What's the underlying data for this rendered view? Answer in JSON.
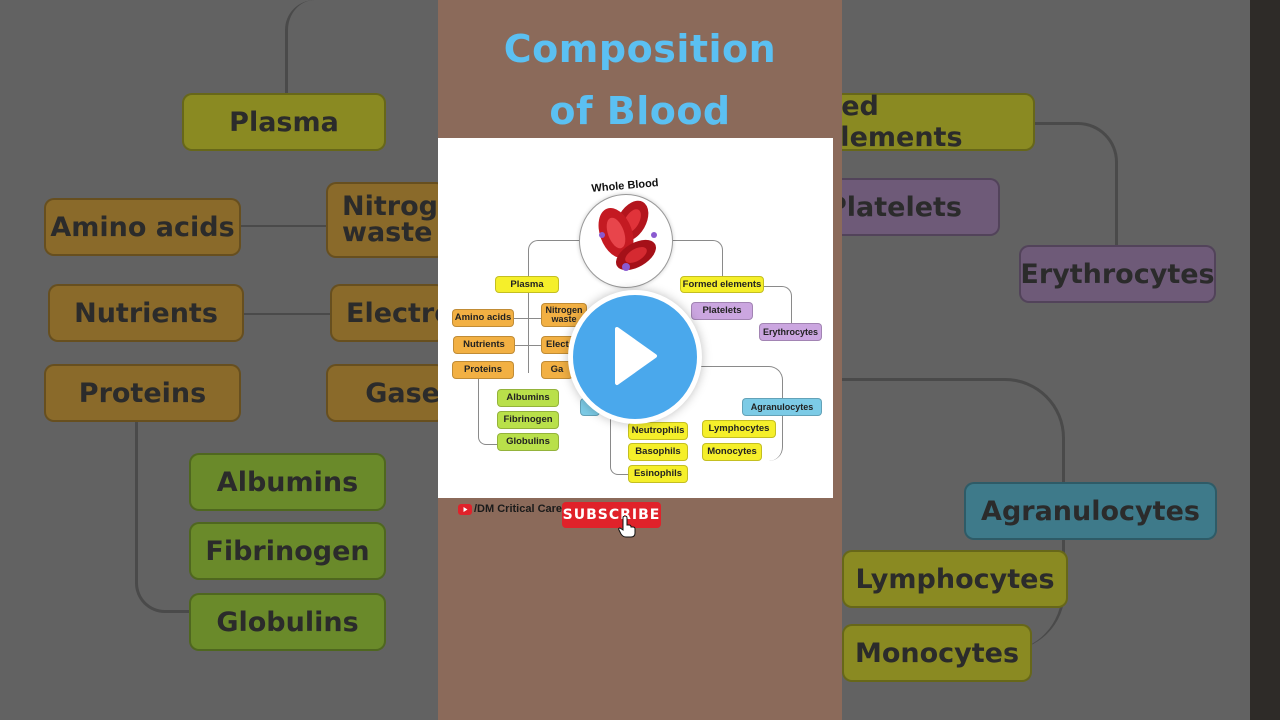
{
  "title": "Composition of Blood",
  "diagram": {
    "root": "Whole Blood",
    "plasma": "Plasma",
    "formed": "Formed elements",
    "amino": "Amino acids",
    "nutrients": "Nutrients",
    "proteins": "Proteins",
    "nitrogen": "Nitrogen waste",
    "electro": "Elect",
    "gases": "Ga",
    "albumins": "Albumins",
    "fibrinogen": "Fibrinogen",
    "globulins": "Globulins",
    "platelets": "Platelets",
    "erythro": "Erythrocytes",
    "agranulo": "Agranulocytes",
    "neutrophils": "Neutrophils",
    "basophils": "Basophils",
    "esinophils": "Esinophils",
    "lymphocytes": "Lymphocytes",
    "monocytes": "Monocytes"
  },
  "background": {
    "plasma": "Plasma",
    "amino": "Amino acids",
    "nitrogen": "Nitroge waste",
    "nutrients": "Nutrients",
    "electro": "Electro",
    "proteins": "Proteins",
    "gases": "Gase",
    "albumins": "Albumins",
    "fibrinogen": "Fibrinogen",
    "globulins": "Globulins",
    "formed": "ned elements",
    "platelets": "Platelets",
    "erythro": "Erythrocytes",
    "agranulo": "Agranulocytes",
    "lymphocytes": "Lymphocytes",
    "monocytes": "Monocytes"
  },
  "channel": "/DM Critical Care",
  "subscribe_label": "SUBSCRIBE",
  "icons": {
    "play": "play-icon",
    "youtube": "youtube-icon",
    "cursor": "hand-cursor-icon"
  }
}
